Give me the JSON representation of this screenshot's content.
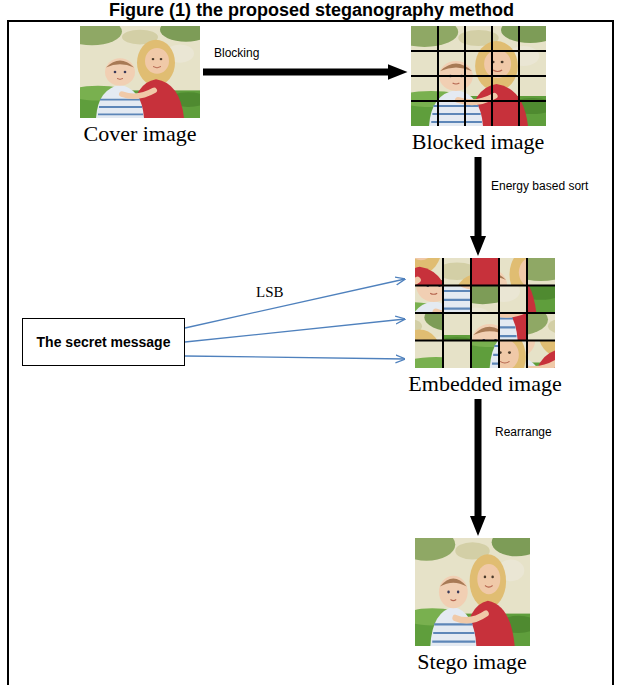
{
  "diagram": {
    "title": "Figure (1) the proposed steganography method",
    "nodes": [
      {
        "text": [
          "Cover image"
        ]
      },
      {
        "text": [
          "Blocked image"
        ]
      },
      {
        "text": [
          "The secret message"
        ]
      },
      {
        "text": [
          "Embedded image"
        ]
      },
      {
        "text": [
          "Stego image"
        ]
      }
    ],
    "edges": [
      {
        "from": 0,
        "to": 1,
        "arrow": "to",
        "label": "Blocking"
      },
      {
        "from": 2,
        "to": 3,
        "arrow": "to",
        "label": "LSB"
      },
      {
        "from": 2,
        "to": 3,
        "arrow": "to"
      },
      {
        "from": 2,
        "to": 3,
        "arrow": "to"
      },
      {
        "from": 1,
        "to": 3,
        "arrow": "to",
        "label": "Energy based sort"
      },
      {
        "from": 3,
        "to": 4,
        "arrow": "to",
        "label": "Rearrange"
      }
    ]
  }
}
